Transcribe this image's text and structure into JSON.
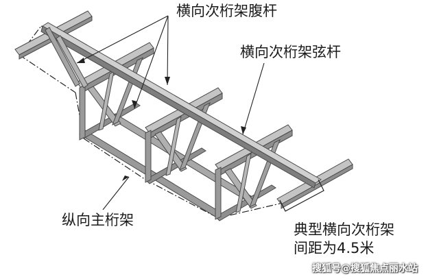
{
  "labels": {
    "transverse_web": "横向次桁架腹杆",
    "transverse_chord": "横向次桁架弦杆",
    "main_truss": "纵向主桁架",
    "spacing_line1": "典型横向次桁架",
    "spacing_line2": "间距为4.5米"
  },
  "watermark": "搜狐号@搜狐焦点丽水站",
  "colors": {
    "steel_top": "#c4c4c4",
    "steel_side": "#8e8e8e",
    "steel_edge": "#4a4a4a",
    "guide_line": "#222222",
    "text": "#1a1a1a"
  }
}
